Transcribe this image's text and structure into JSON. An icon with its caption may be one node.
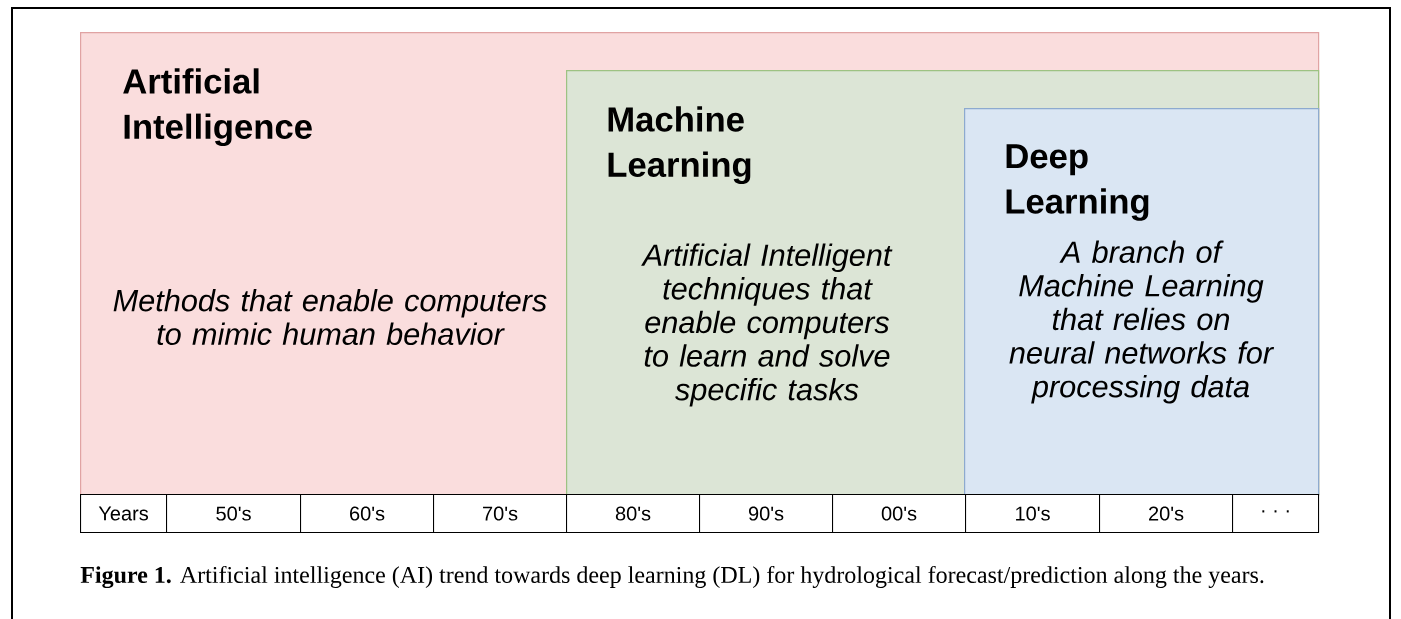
{
  "diagram": {
    "caption": "**Figure 1.** Artificial intelligence (AI) trend towards deep learning (DL) for hydrological forecast/prediction along the years.",
    "nodes": [
      {
        "text": [
          "Artificial Intelligence",
          "Methods that enable computers to mimic human behavior"
        ]
      },
      {
        "text": [
          "Machine Learning",
          "Artificial Intelligent techniques that enable computers to learn and solve specific tasks"
        ],
        "in": 0
      },
      {
        "text": [
          "Deep Learning",
          "A branch of Machine Learning that relies on neural networks for processing data"
        ],
        "in": 1
      }
    ],
    "labels": [
      "Years",
      "50's",
      "60's",
      "70's",
      "80's",
      "90's",
      "00's",
      "10's",
      "20's",
      "· · ·"
    ]
  }
}
